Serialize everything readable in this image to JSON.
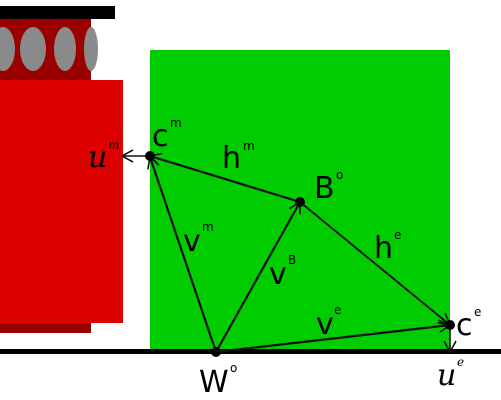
{
  "colors": {
    "background": "#ffffff",
    "machine_dark_red": "#9b0000",
    "machine_red": "#dd0000",
    "machine_top_bar": "#000000",
    "machine_bolt": "#8a8a8a",
    "green_region": "#00cc00",
    "ground_line": "#000000",
    "vector_line": "#111111"
  },
  "labels": {
    "c_m": {
      "base": "c",
      "sup": "m"
    },
    "u_m": {
      "base": "u",
      "sup": "m"
    },
    "h_m": {
      "base": "h",
      "sup": "m"
    },
    "B_o": {
      "base": "B",
      "sup": "o"
    },
    "h_e": {
      "base": "h",
      "sup": "e"
    },
    "v_m": {
      "base": "v",
      "sup": "m"
    },
    "v_B": {
      "base": "v",
      "sup": "B"
    },
    "v_e": {
      "base": "v",
      "sup": "e"
    },
    "c_e": {
      "base": "c",
      "sup": "e"
    },
    "u_e": {
      "base": "u",
      "sup": "e"
    },
    "W_o": {
      "base": "W",
      "sup": "o"
    }
  }
}
